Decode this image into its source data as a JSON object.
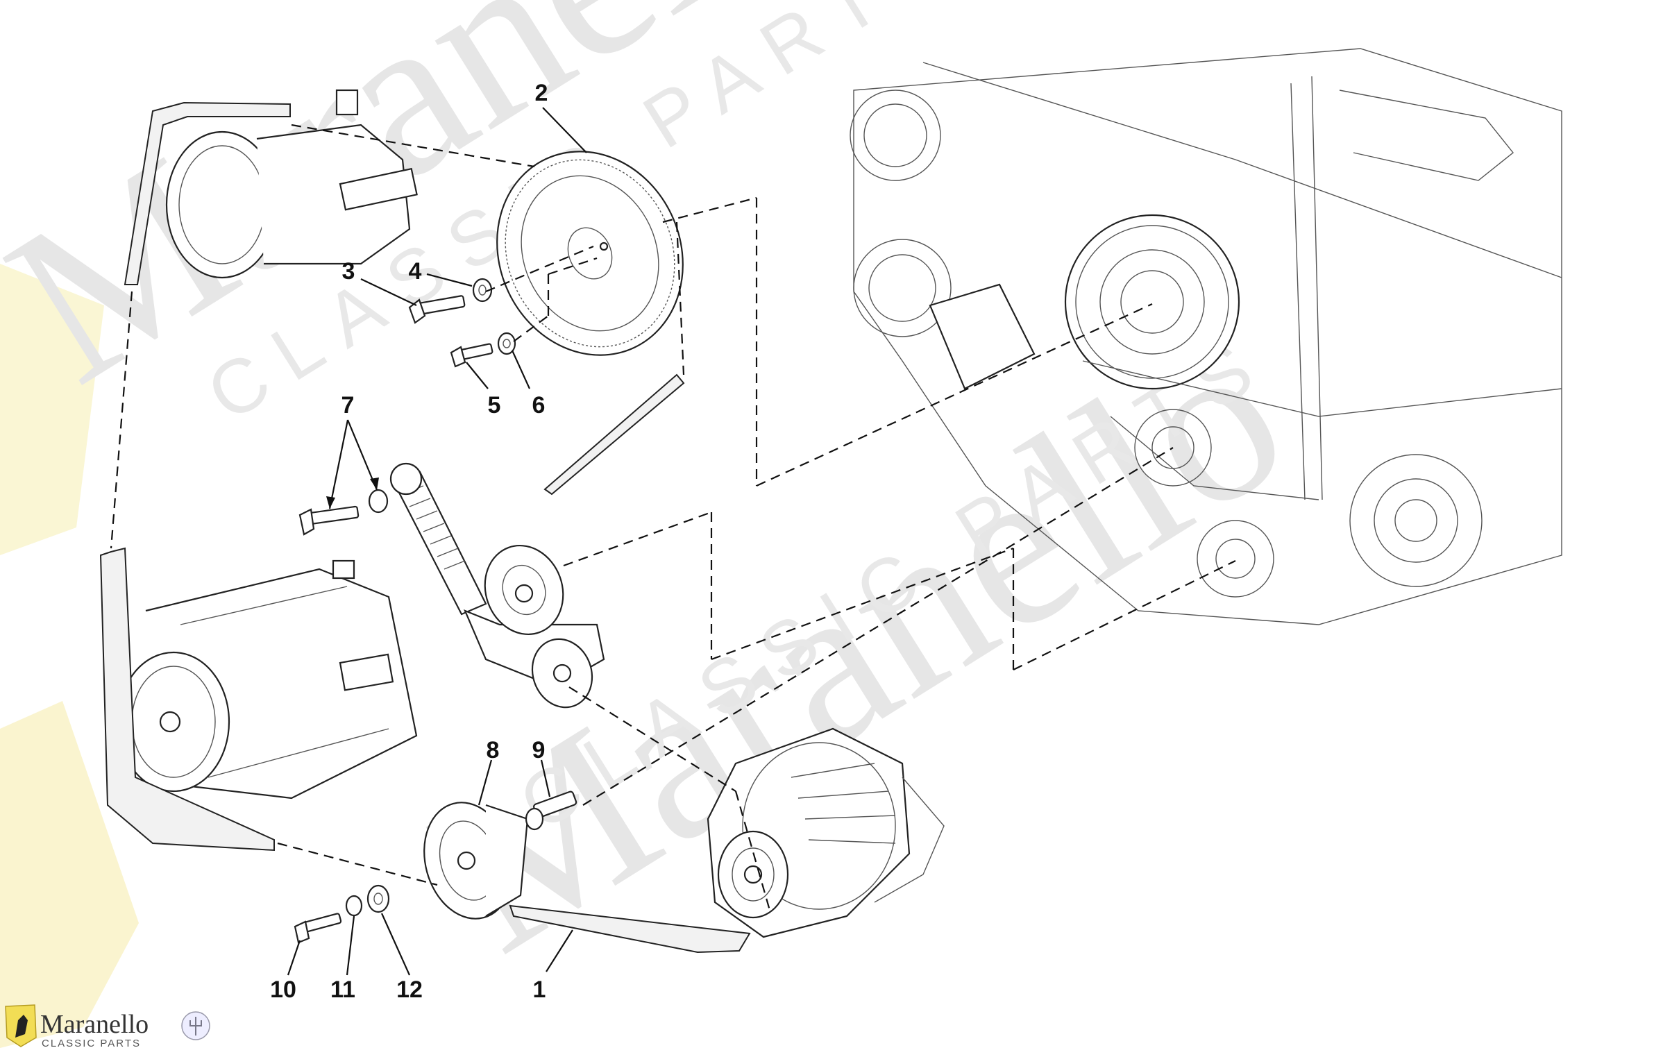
{
  "watermark": {
    "brand": "Maranello",
    "tagline": "CLASSIC PARTS"
  },
  "footer_logo": {
    "brand": "Maranello",
    "tagline": "CLASSIC PARTS"
  },
  "callouts": [
    {
      "id": "1",
      "label": "1"
    },
    {
      "id": "2",
      "label": "2"
    },
    {
      "id": "3",
      "label": "3"
    },
    {
      "id": "4",
      "label": "4"
    },
    {
      "id": "5",
      "label": "5"
    },
    {
      "id": "6",
      "label": "6"
    },
    {
      "id": "7",
      "label": "7"
    },
    {
      "id": "8",
      "label": "8"
    },
    {
      "id": "9",
      "label": "9"
    },
    {
      "id": "10",
      "label": "10"
    },
    {
      "id": "11",
      "label": "11"
    },
    {
      "id": "12",
      "label": "12"
    }
  ],
  "colors": {
    "line": "#222222",
    "watermark": "#e6e6e6",
    "badge_yellow": "#f3e36a"
  }
}
